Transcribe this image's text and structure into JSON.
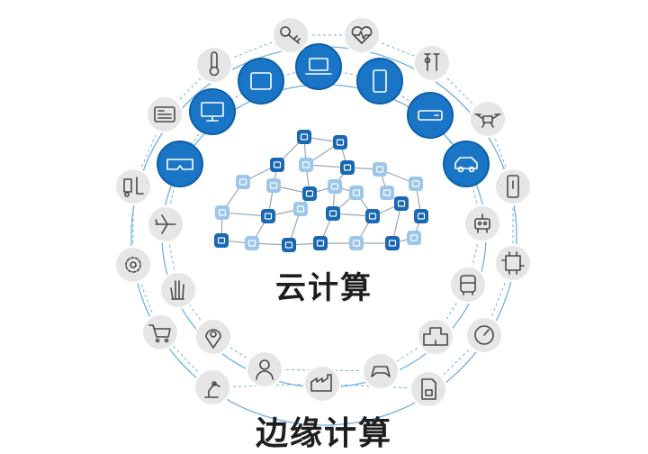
{
  "labels": {
    "cloud_computing": "云计算",
    "edge_computing": "边缘计算"
  },
  "colors": {
    "ring": "#6fb0e0",
    "blue_node": "#1a75c7",
    "blue_node_border": "#0d5fa8",
    "gray_node": "#e6e6e6",
    "gray_icon": "#4a4a4a",
    "cloud_dark": "#1a68b3",
    "cloud_light": "#9cc7ea",
    "cloud_edge": "#98a7b5"
  },
  "outer_ring_icons": [
    "key-icon",
    "heart-rate-icon",
    "test-tubes-icon",
    "drone-icon",
    "tablet-side-icon",
    "robot-icon",
    "chip-icon",
    "bus-icon",
    "speedometer-icon",
    "lock-document-icon",
    "factory-icon",
    "game-controller-icon",
    "robot-arm-icon",
    "shopping-cart-icon",
    "settings-gear-icon",
    "forklift-icon",
    "newspaper-icon",
    "thermometer-icon"
  ],
  "inner_ring_items": [
    {
      "icon": "monitor-icon",
      "kind": "blue"
    },
    {
      "icon": "tablet-icon",
      "kind": "blue"
    },
    {
      "icon": "laptop-icon",
      "kind": "blue"
    },
    {
      "icon": "phone-icon",
      "kind": "blue"
    },
    {
      "icon": "router-icon",
      "kind": "blue"
    },
    {
      "icon": "car-icon",
      "kind": "blue"
    },
    {
      "icon": "vr-headset-icon",
      "kind": "blue"
    },
    {
      "icon": "airplane-icon",
      "kind": "gray"
    },
    {
      "icon": "hand-icon",
      "kind": "gray"
    },
    {
      "icon": "location-pin-icon",
      "kind": "gray"
    },
    {
      "icon": "person-icon",
      "kind": "gray"
    },
    {
      "icon": "building-icon",
      "kind": "gray"
    }
  ]
}
